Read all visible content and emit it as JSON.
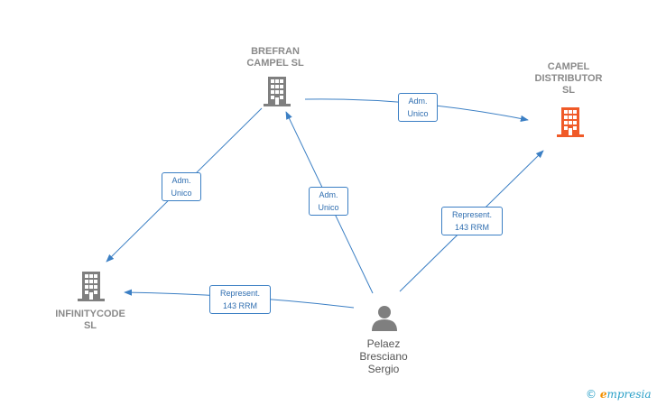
{
  "colors": {
    "company": "#7f7f7f",
    "focus_company": "#f05a28",
    "person": "#7f7f7f",
    "edge": "#3b7fc4"
  },
  "nodes": {
    "brefran": {
      "label": "BREFRAN\nCAMPEL  SL",
      "icon": "building-icon"
    },
    "campel": {
      "label": "CAMPEL\nDISTRIBUTOR\nSL",
      "icon": "building-icon"
    },
    "infinity": {
      "label": "INFINITYCODE\nSL",
      "icon": "building-icon"
    },
    "person": {
      "label": "Pelaez\nBresciano\nSergio",
      "icon": "person-icon"
    }
  },
  "edges": [
    {
      "id": "brefran-campel",
      "label": "Adm.\nUnico"
    },
    {
      "id": "brefran-infinity",
      "label": "Adm.\nUnico"
    },
    {
      "id": "person-brefran",
      "label": "Adm.\nUnico"
    },
    {
      "id": "person-campel",
      "label": "Represent.\n143 RRM"
    },
    {
      "id": "person-infinity",
      "label": "Represent.\n143 RRM"
    }
  ],
  "brand": {
    "copyright": "©",
    "initial": "e",
    "name": "mpresia"
  }
}
